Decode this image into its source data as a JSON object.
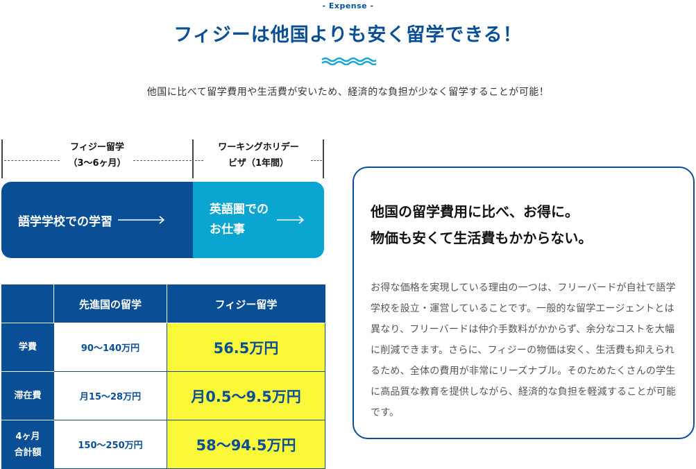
{
  "header": {
    "eyebrow": "- Expense -",
    "headline": "フィジーは他国よりも安く留学できる！",
    "lead": "他国に比べて留学費用や生活費が安いため、経済的な負担が少なく留学することが可能！"
  },
  "timeline": {
    "periods": [
      {
        "line1": "フィジー留学",
        "line2": "（3〜6ヶ月）"
      },
      {
        "line1": "ワーキングホリデー",
        "line2": "ビザ（1年間）"
      }
    ],
    "steps": [
      {
        "line1": "語学学校での学習",
        "line2": ""
      },
      {
        "line1": "英語圏での",
        "line2": "お仕事"
      }
    ]
  },
  "table": {
    "headers": [
      "",
      "先進国の留学",
      "フィジー留学"
    ],
    "rows": [
      {
        "label1": "学費",
        "label2": "",
        "other": "90〜140万円",
        "fiji": "56.5万円"
      },
      {
        "label1": "滞在費",
        "label2": "",
        "other": "月15〜28万円",
        "fiji": "月0.5〜9.5万円"
      },
      {
        "label1": "4ヶ月",
        "label2": "合計額",
        "other": "150〜250万円",
        "fiji": "58〜94.5万円"
      }
    ]
  },
  "card": {
    "title_line1": "他国の留学費用に比べ、お得に。",
    "title_line2": "物価も安くて生活費もかからない。",
    "body": "お得な価格を実現している理由の一つは、フリーバードが自社で語学学校を設立・運営していることです。一般的な留学エージェントとは異なり、フリーバードは仲介手数料がかからず、余分なコストを大幅に削減できます。さらに、フィジーの物価は安く、生活費も抑えられるため、全体の費用が非常にリーズナブル。そのためたくさんの学生に高品質な教育を提供しながら、経済的な負担を軽減することが可能です。"
  },
  "colors": {
    "brand": "#0a4f96",
    "accent": "#0aa5d1",
    "highlight": "#fbf739",
    "wave": "#1aa7d8"
  },
  "icons": {
    "wave": "wave-decoration-icon",
    "arrow": "arrow-right-icon"
  }
}
